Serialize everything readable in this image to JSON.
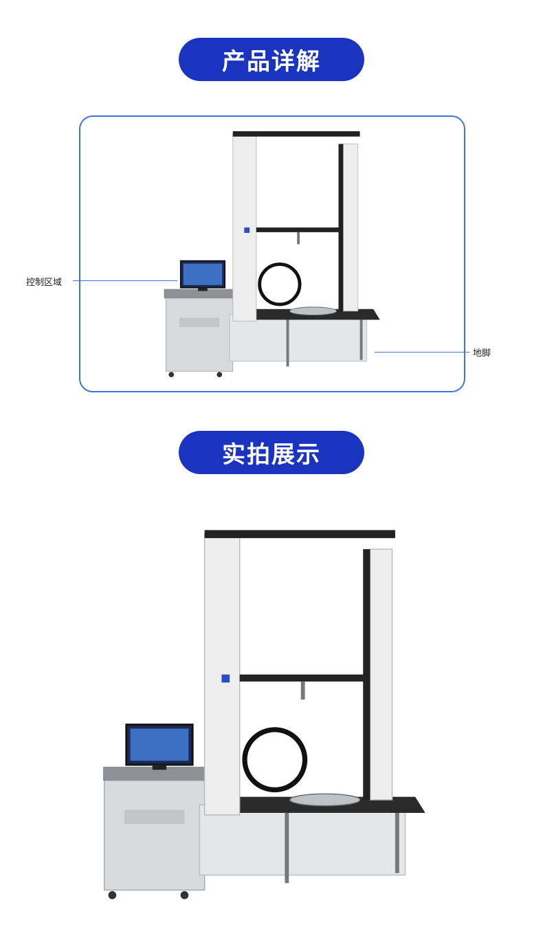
{
  "sections": [
    {
      "title": "产品详解"
    },
    {
      "title": "实拍展示"
    }
  ],
  "callouts": {
    "control_area": "控制区域",
    "feet": "地脚"
  },
  "colors": {
    "accent": "#1a34bf",
    "frame": "#3a73e6"
  }
}
